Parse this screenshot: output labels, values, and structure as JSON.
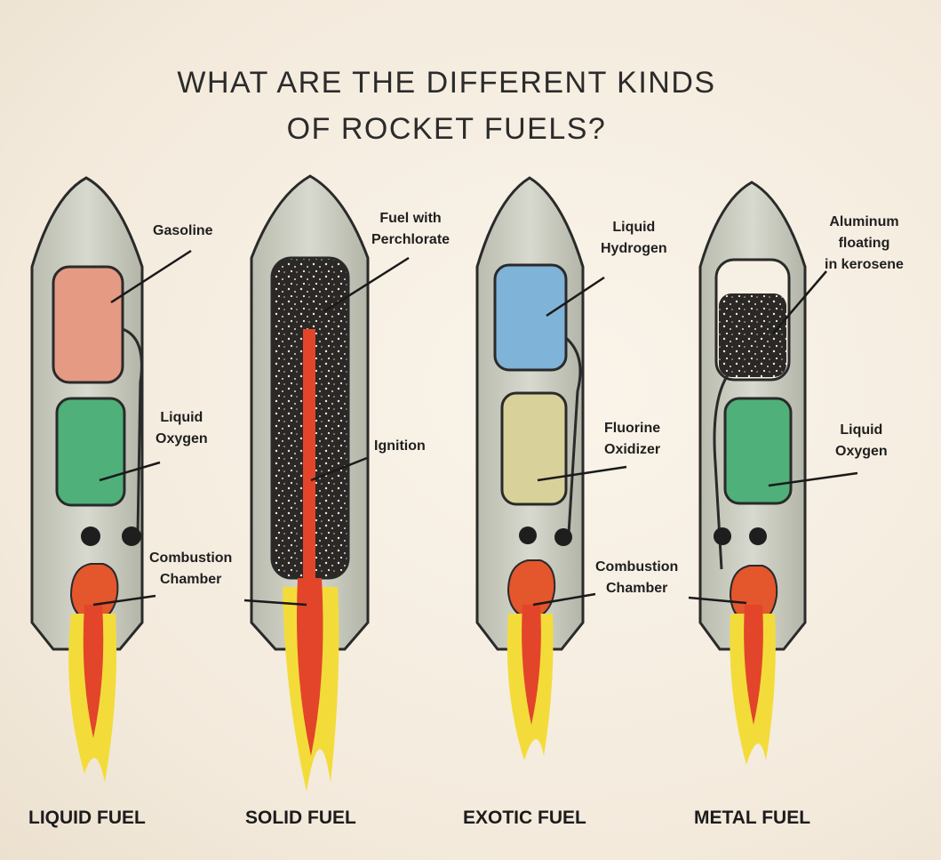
{
  "title": {
    "line1": "WHAT ARE THE DIFFERENT KINDS",
    "line2": "OF ROCKET FUELS?"
  },
  "rockets": [
    {
      "caption": "LIQUID FUEL",
      "labels": {
        "fuel": "Gasoline",
        "oxidizer_line1": "Liquid",
        "oxidizer_line2": "Oxygen",
        "chamber_line1": "Combustion",
        "chamber_line2": "Chamber"
      }
    },
    {
      "caption": "SOLID FUEL",
      "labels": {
        "fuel_line1": "Fuel with",
        "fuel_line2": "Perchlorate",
        "ignition": "Ignition"
      }
    },
    {
      "caption": "EXOTIC FUEL",
      "labels": {
        "fuel_line1": "Liquid",
        "fuel_line2": "Hydrogen",
        "oxidizer_line1": "Fluorine",
        "oxidizer_line2": "Oxidizer",
        "chamber_line1": "Combustion",
        "chamber_line2": "Chamber"
      }
    },
    {
      "caption": "METAL FUEL",
      "labels": {
        "fuel_line1": "Aluminum",
        "fuel_line2": "floating",
        "fuel_line3": "in kerosene",
        "oxidizer_line1": "Liquid",
        "oxidizer_line2": "Oxygen"
      }
    }
  ],
  "colors": {
    "body": "#c9cbbf",
    "gasoline_tank": "#e59a84",
    "oxygen_tank": "#4fb07a",
    "hydrogen_tank": "#7fb3d8",
    "fluorine_tank": "#d8d29a",
    "solid_fuel": "#2b2826",
    "flame_outer": "#f3dc3a",
    "flame_inner": "#e2452a"
  }
}
